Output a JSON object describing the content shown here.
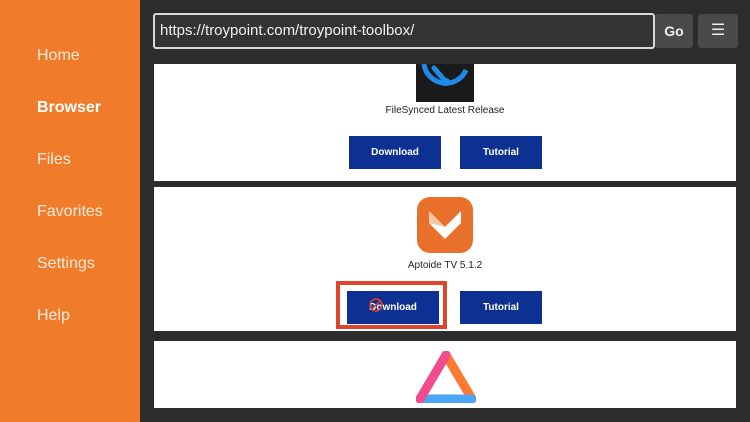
{
  "sidebar": {
    "items": [
      {
        "label": "Home",
        "active": false
      },
      {
        "label": "Browser",
        "active": true
      },
      {
        "label": "Files",
        "active": false
      },
      {
        "label": "Favorites",
        "active": false
      },
      {
        "label": "Settings",
        "active": false
      },
      {
        "label": "Help",
        "active": false
      }
    ]
  },
  "header": {
    "url": "https://troypoint.com/troypoint-toolbox/",
    "go_label": "Go",
    "menu_icon": "☰"
  },
  "cards": [
    {
      "name": "FileSynced Latest Release",
      "download_label": "Download",
      "tutorial_label": "Tutorial",
      "icon": "filesynced-logo-icon"
    },
    {
      "name": "Aptoide TV 5.1.2",
      "download_label": "Download",
      "tutorial_label": "Tutorial",
      "icon": "aptoide-logo-icon"
    },
    {
      "icon": "triangle-logo-icon"
    }
  ],
  "colors": {
    "sidebar": "#f07c2b",
    "button": "#0c3192",
    "highlight": "#e0442a"
  }
}
